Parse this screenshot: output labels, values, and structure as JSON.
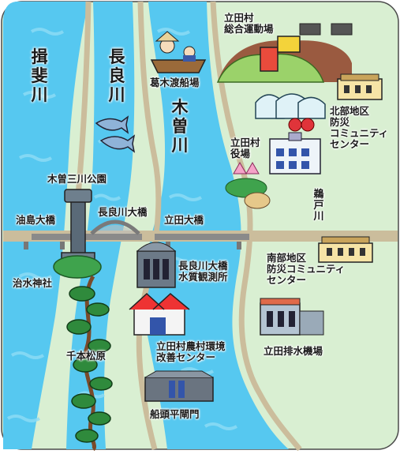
{
  "rivers": {
    "ibi": "揖斐川",
    "nagara": "長良川",
    "kiso": "木曽川",
    "tsuruto": "鵜戸川"
  },
  "places": {
    "sogo_undojo": "立田村\n総合運動場",
    "kazuragi_watashi": "葛木渡船場",
    "hokubu_center": "北部地区\n防災\nコミュニティ\nセンター",
    "yakuba": "立田村\n役場",
    "sansen_koen": "木曽三川公園",
    "aburajima_ohashi": "油島大橋",
    "nagaragawa_ohashi": "長良川大橋",
    "tatsuta_ohashi": "立田大橋",
    "nanbu_center": "南部地区\n防災コミュニティ\nセンター",
    "suishitsu_kansokusho": "長良川大橋\n水質観測所",
    "chisui_jinja": "治水神社",
    "senbon_matsubara": "千本松原",
    "noson_center": "立田村農村環境\n改善センター",
    "haisui_kijo": "立田排水機場",
    "funato_kokomon": "船頭平閘門"
  },
  "icons": [
    "stadium-icon",
    "ferry-boat-icon",
    "greenhouse-icon",
    "community-center-icon",
    "village-office-icon",
    "lotus-icon",
    "observation-tower-icon",
    "bridge-icon",
    "observatory-building-icon",
    "farmhouse-icon",
    "pump-station-icon",
    "lock-gate-icon",
    "pine-tree-icon",
    "fish-icon"
  ],
  "colors": {
    "land": "#d9efd2",
    "river": "#56c8f0",
    "river_light": "#8fdcf5",
    "road": "#cbbd9c",
    "bridge": "#8a8a8a"
  }
}
